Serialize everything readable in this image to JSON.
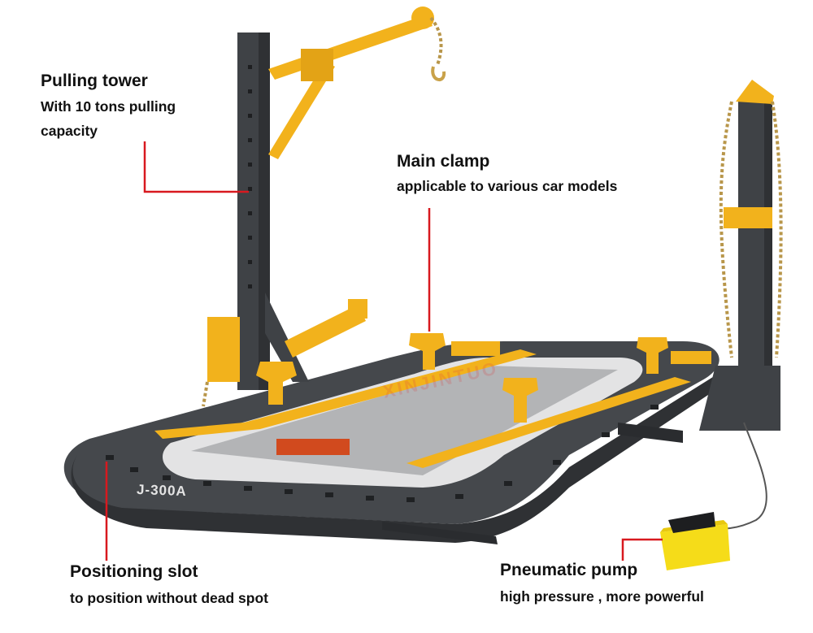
{
  "callouts": {
    "pulling_tower": {
      "title": "Pulling tower",
      "desc_line1": "With 10 tons pulling",
      "desc_line2": "capacity"
    },
    "main_clamp": {
      "title": "Main clamp",
      "desc": "applicable to various car models"
    },
    "positioning_slot": {
      "title": "Positioning slot",
      "desc": "to position without dead spot"
    },
    "pneumatic_pump": {
      "title": "Pneumatic pump",
      "desc": "high pressure , more powerful"
    }
  },
  "product": {
    "model_label": "J-300A",
    "watermark_text": "XINJINTUO"
  },
  "colors": {
    "leader_line": "#d8191f",
    "frame_dark": "#3f4246",
    "accent_yellow": "#f2b21c"
  }
}
